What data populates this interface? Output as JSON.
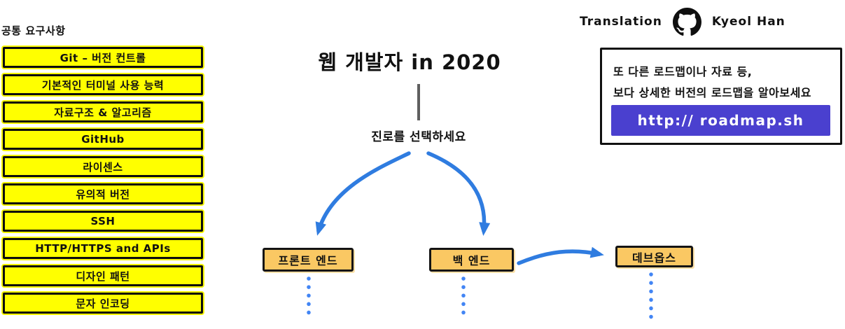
{
  "common_requirements": {
    "heading": "공통 요구사항",
    "items": [
      "Git – 버전 컨트롤",
      "기본적인 터미널 사용 능력",
      "자료구조 & 알고리즘",
      "GitHub",
      "라이센스",
      "유의적 버전",
      "SSH",
      "HTTP/HTTPS and APIs",
      "디자인 패턴",
      "문자 인코딩"
    ]
  },
  "header": {
    "title": "웹 개발자 in 2020",
    "prompt": "진로를 선택하세요"
  },
  "credits": {
    "label": "Translation",
    "icon": "github-icon",
    "author": "Kyeol Han"
  },
  "info_box": {
    "line1": "또 다른 로드맵이나 자료 등,",
    "line2": "보다 상세한 버전의 로드맵을 알아보세요",
    "button_label": "http:// roadmap.sh"
  },
  "nodes": {
    "frontend": "프론트 엔드",
    "backend": "백 엔드",
    "devops": "데브옵스"
  },
  "colors": {
    "highlight_yellow": "#ffff00",
    "node_orange": "#fac863",
    "arrow_blue": "#2f7ce0",
    "dot_blue": "#4285f4",
    "button_purple": "#4a40cf",
    "connector_gray": "#5f5f5f"
  }
}
